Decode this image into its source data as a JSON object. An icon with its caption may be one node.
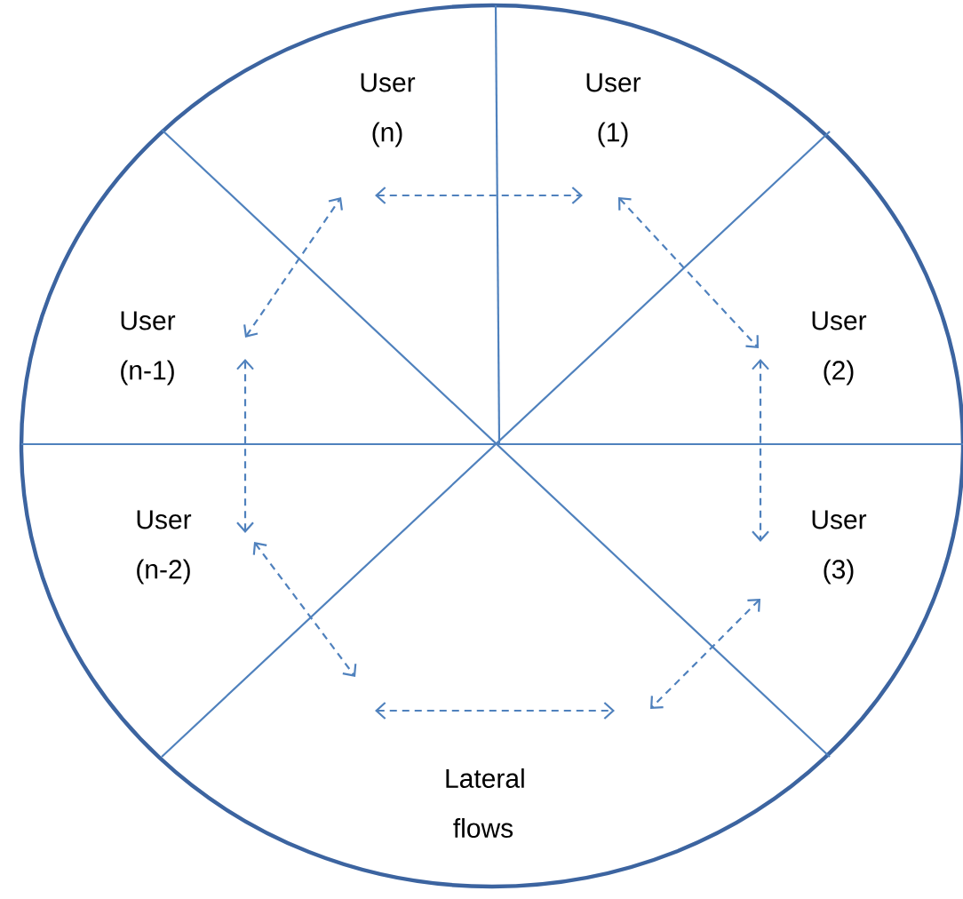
{
  "diagram": {
    "nodes": [
      {
        "text": [
          "User (n)"
        ]
      },
      {
        "text": [
          "User (1)"
        ]
      },
      {
        "text": [
          "User (2)"
        ]
      },
      {
        "text": [
          "User (3)"
        ]
      },
      {
        "text": [
          "Lateral flows"
        ]
      },
      {
        "text": [
          "User (n-2)"
        ]
      },
      {
        "text": [
          "User (n-1)"
        ]
      }
    ],
    "edges": [
      {
        "from": 0,
        "to": 1,
        "arrow": "both",
        "style": "dashed"
      },
      {
        "from": 1,
        "to": 2,
        "arrow": "both",
        "style": "dashed"
      },
      {
        "from": 2,
        "to": 3,
        "arrow": "both",
        "style": "dashed"
      },
      {
        "from": 3,
        "to": null,
        "arrow": "both",
        "style": "dashed"
      },
      {
        "from": 5,
        "to": null,
        "arrow": "both",
        "style": "dashed"
      },
      {
        "from": 5,
        "to": 6,
        "arrow": "both",
        "style": "dashed"
      },
      {
        "from": 6,
        "to": 0,
        "arrow": "both",
        "style": "dashed"
      }
    ]
  }
}
